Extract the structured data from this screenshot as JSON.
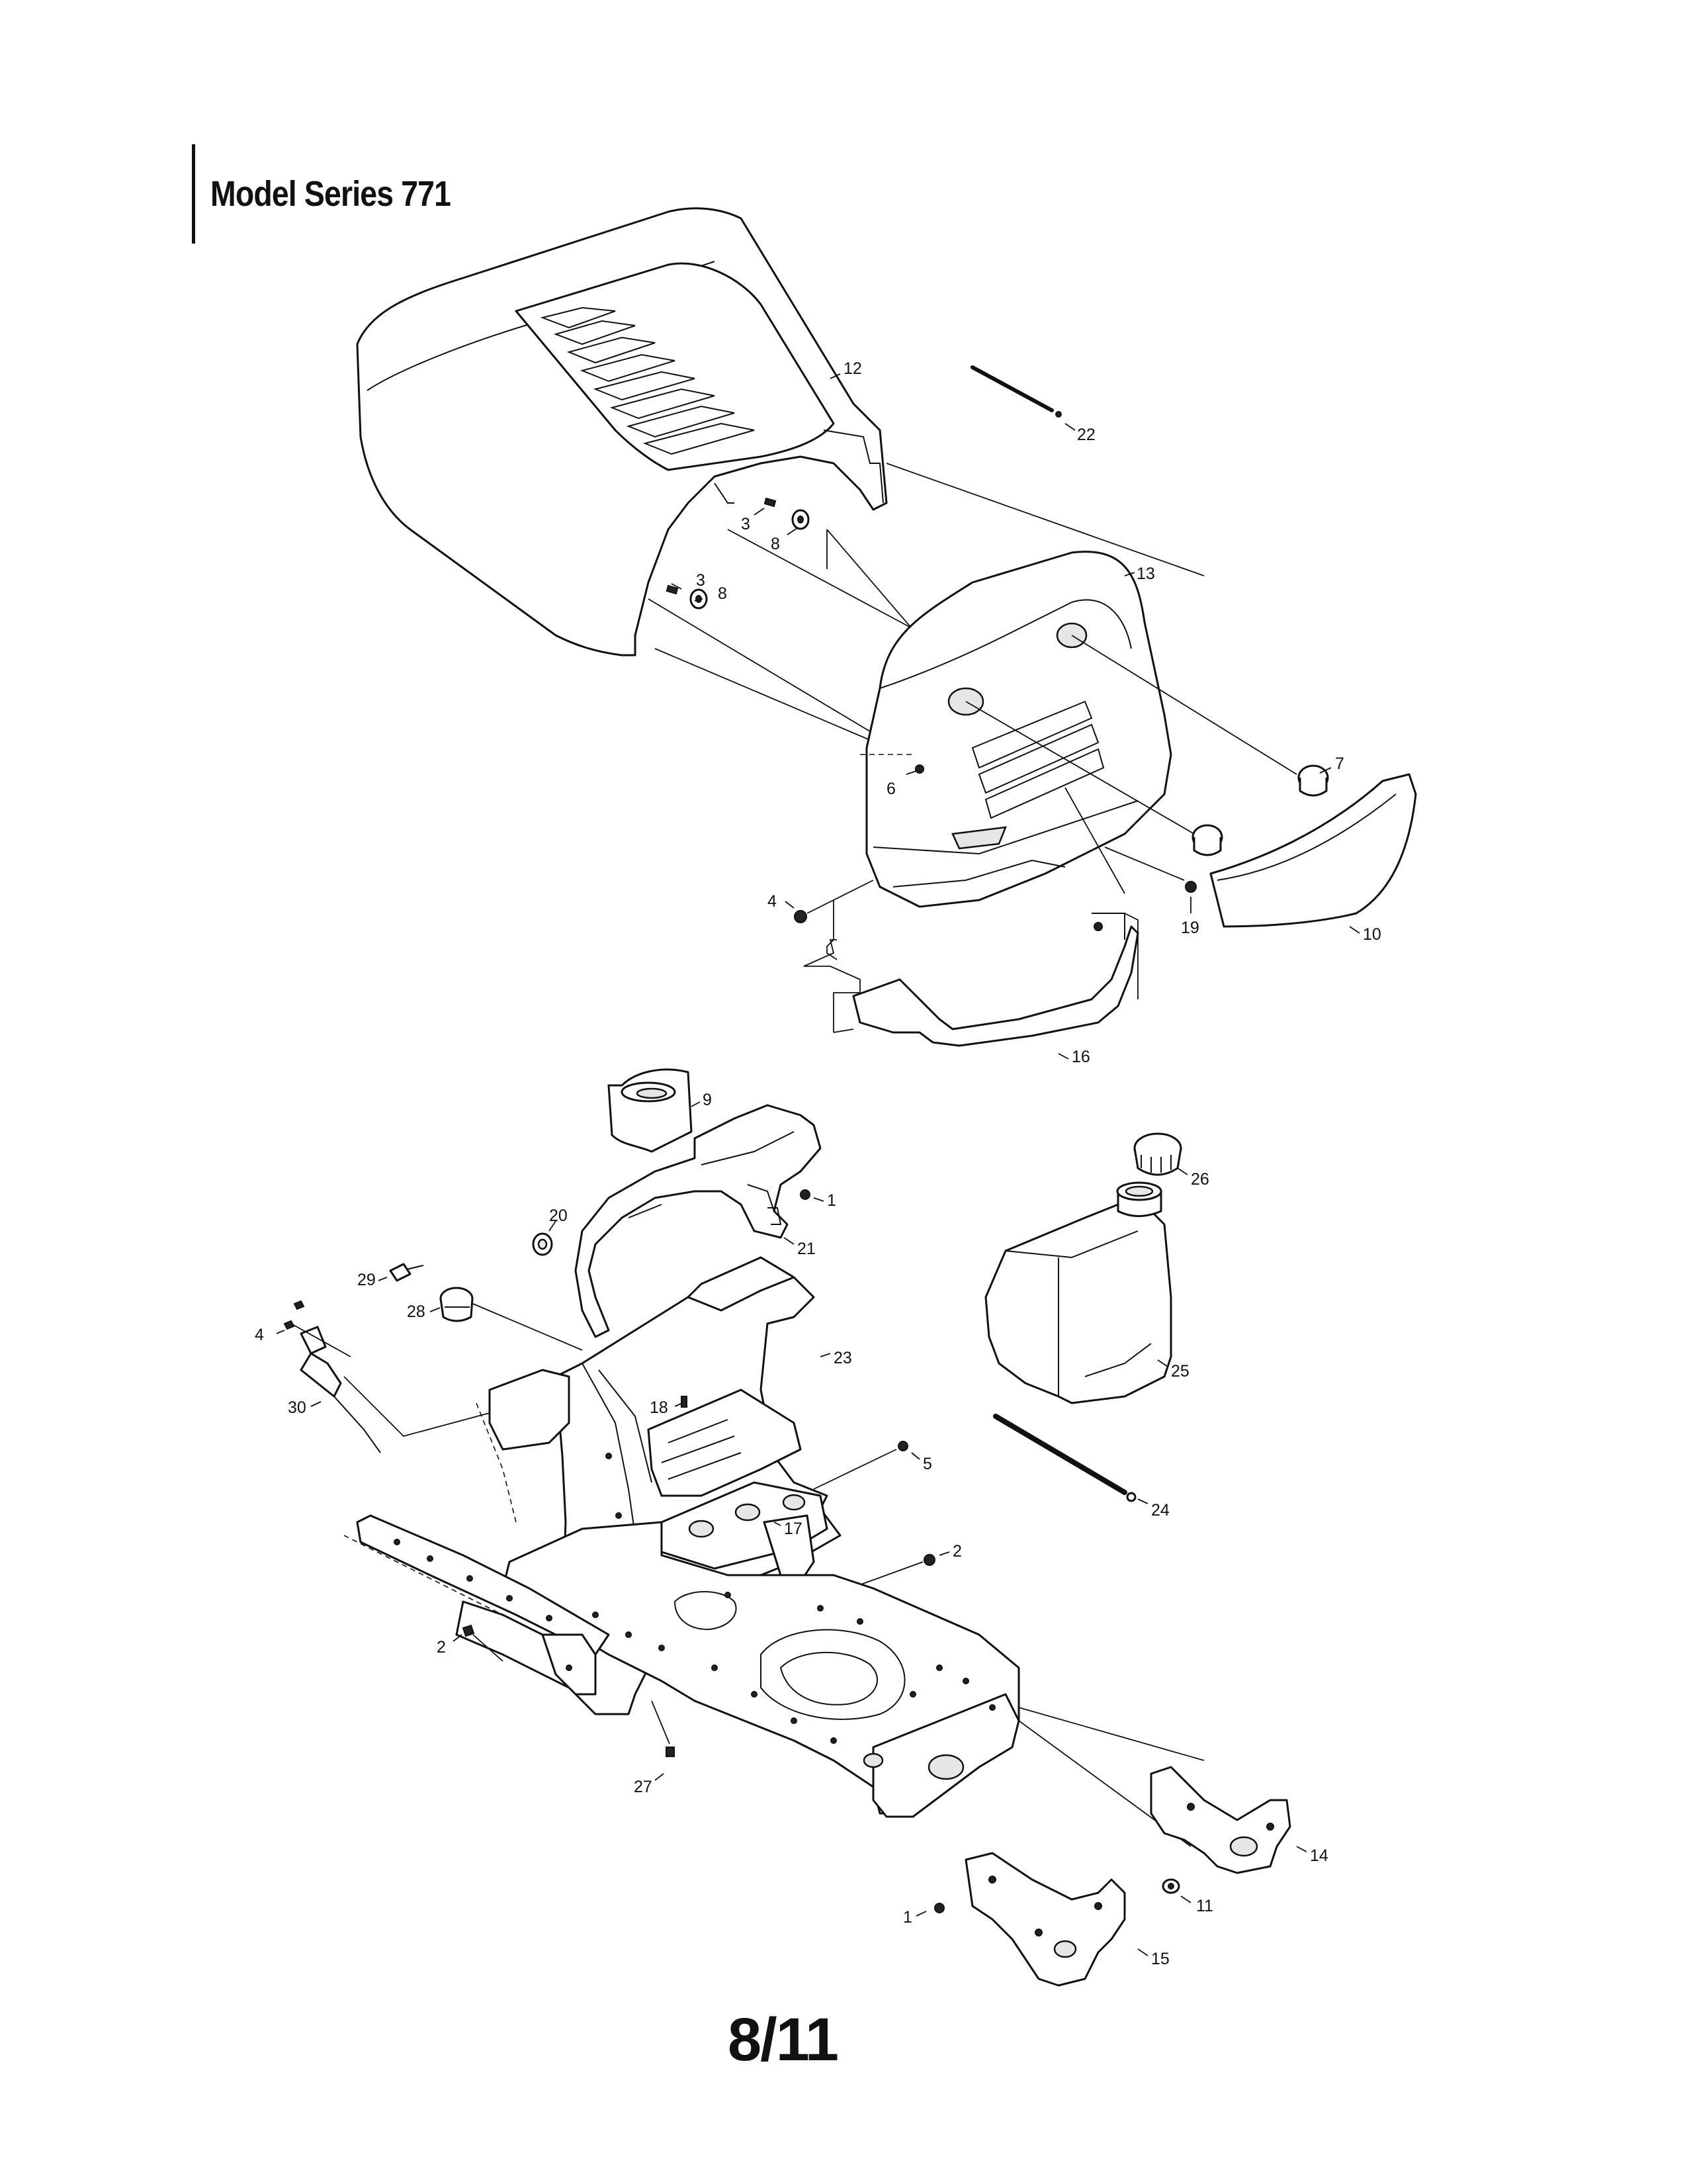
{
  "header": {
    "title": "Model Series 771"
  },
  "footer": {
    "page": "8/11"
  },
  "callouts": {
    "c12": "12",
    "c22": "22",
    "c3a": "3",
    "c8a": "8",
    "c3b": "3",
    "c8b": "8",
    "c13": "13",
    "c7": "7",
    "c6": "6",
    "c4a": "4",
    "c19": "19",
    "c10": "10",
    "c16": "16",
    "c9": "9",
    "c1a": "1",
    "c21": "21",
    "c20": "20",
    "c26": "26",
    "c29": "29",
    "c28": "28",
    "c4b": "4",
    "c30": "30",
    "c23": "23",
    "c25": "25",
    "c18": "18",
    "c5": "5",
    "c24": "24",
    "c17": "17",
    "c2a": "2",
    "c2b": "2",
    "c27": "27",
    "c14": "14",
    "c11": "11",
    "c1b": "1",
    "c15": "15"
  }
}
